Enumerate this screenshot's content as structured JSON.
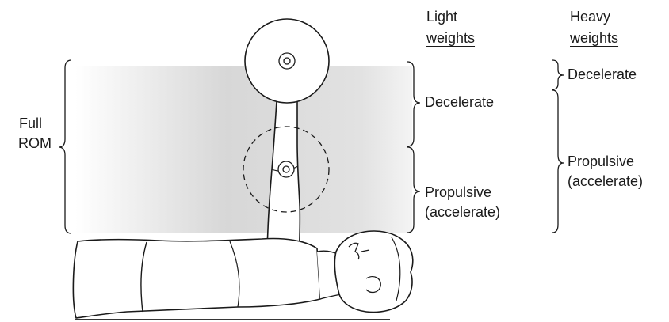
{
  "labels": {
    "full_rom": [
      "Full",
      "ROM"
    ],
    "light_header": [
      "Light",
      "weights"
    ],
    "heavy_header": [
      "Heavy",
      "weights"
    ],
    "light_decelerate": "Decelerate",
    "light_propulsive": [
      "Propulsive",
      "(accelerate)"
    ],
    "heavy_decelerate": "Decelerate",
    "heavy_propulsive": [
      "Propulsive",
      "(accelerate)"
    ]
  },
  "colors": {
    "ink": "#1a1a1a",
    "shade_center": "#d9d9d9",
    "shade_edge": "#ffffff"
  }
}
